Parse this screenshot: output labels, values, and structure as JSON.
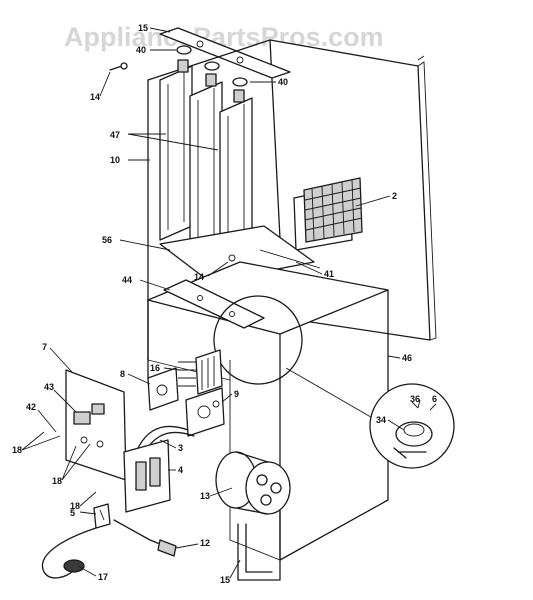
{
  "watermark": "AppliancePartsPros.com",
  "labels": {
    "l15a": "15",
    "l40a": "40",
    "l40b": "40",
    "l14a": "14",
    "l47": "47",
    "l10": "10",
    "l2": "2",
    "l56": "56",
    "l14b": "14",
    "l41": "41",
    "l44": "44",
    "l46": "46",
    "l7": "7",
    "l8": "8",
    "l16a": "16",
    "l9": "9",
    "l43": "43",
    "l42": "42",
    "l3": "3",
    "l4": "4",
    "l18a": "18",
    "l18b": "18",
    "l18c": "18",
    "l5": "5",
    "l13": "13",
    "l12": "12",
    "l15b": "15",
    "l17": "17",
    "l34": "34",
    "l36": "36",
    "l6": "6"
  }
}
